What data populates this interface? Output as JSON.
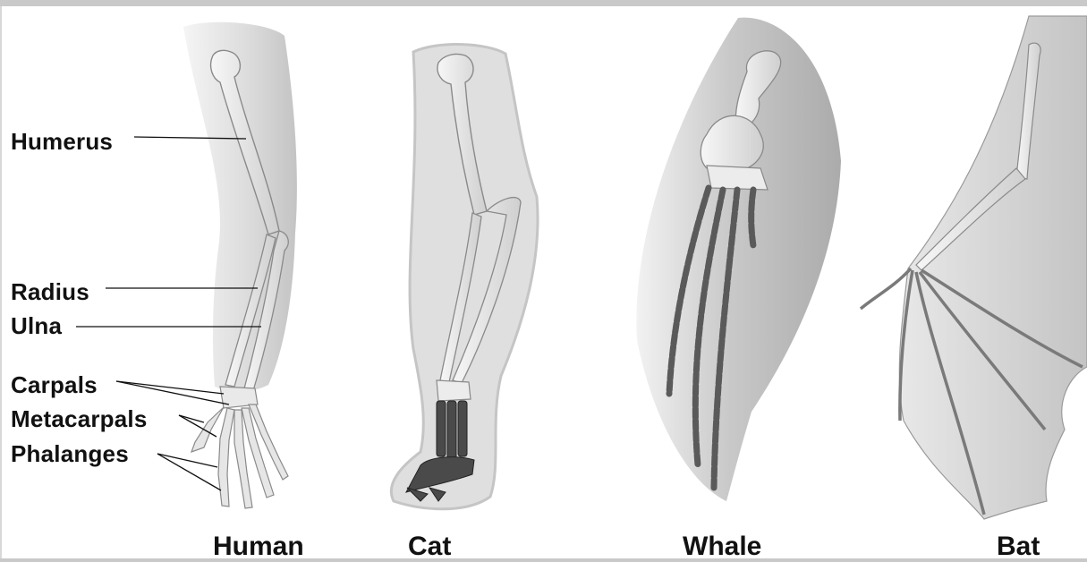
{
  "bone_labels": {
    "humerus": "Humerus",
    "radius": "Radius",
    "ulna": "Ulna",
    "carpals": "Carpals",
    "metacarpals": "Metacarpals",
    "phalanges": "Phalanges"
  },
  "animal_labels": {
    "human": "Human",
    "cat": "Cat",
    "whale": "Whale",
    "bat": "Bat"
  },
  "colors": {
    "bone": "#e4e4e4",
    "bone_outline": "#8a8a8a",
    "soft_tissue": "#cfcfcf",
    "label_text": "#111111"
  }
}
